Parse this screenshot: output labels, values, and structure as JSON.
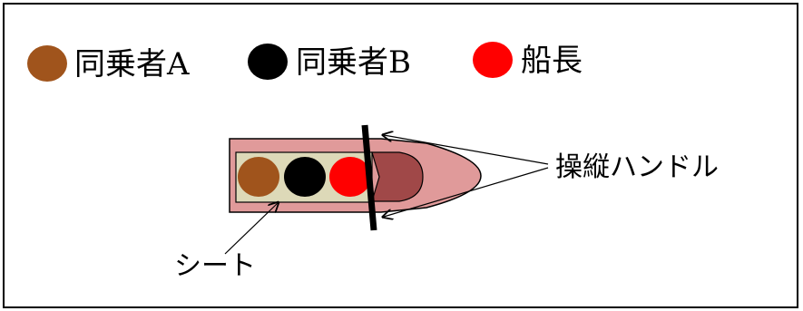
{
  "legend": [
    {
      "label": "同乗者A",
      "color": "#a0541c"
    },
    {
      "label": "同乗者B",
      "color": "#000000"
    },
    {
      "label": "船長",
      "color": "#ff0000"
    }
  ],
  "diagram": {
    "steering_label": "操縦ハンドル",
    "seat_label": "シート",
    "colors": {
      "hull": "#e09a9a",
      "seat": "#ddd9b8",
      "console": "#a04848",
      "outline": "#000000"
    }
  }
}
